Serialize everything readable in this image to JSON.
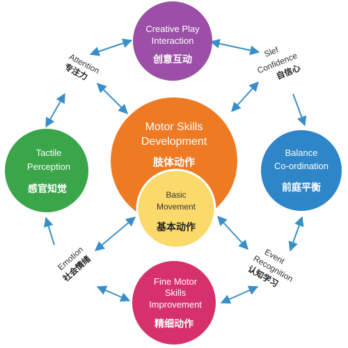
{
  "colors": {
    "purple": "#9b4fa6",
    "blue": "#2e86c8",
    "green": "#3aa649",
    "pink": "#d6316b",
    "orange": "#ee7a24",
    "yellow": "#fbd96a",
    "arrow": "#3a8ec8"
  },
  "nodes": {
    "creative": {
      "en1": "Creative Play",
      "en2": "Interaction",
      "cn": "创意互动"
    },
    "balance": {
      "en1": "Balance",
      "en2": "Co-ordination",
      "cn": "前庭平衡"
    },
    "tactile": {
      "en1": "Tactile",
      "en2": "Perception",
      "cn": "感官知觉"
    },
    "fine": {
      "en1": "Fine Motor",
      "en2": "Skills",
      "en3": "Improvement",
      "cn": "精细动作"
    },
    "motor": {
      "en1": "Motor Skills",
      "en2": "Development",
      "cn": "肢体动作"
    },
    "basic": {
      "en1": "Basic",
      "en2": "Movement",
      "cn": "基本动作"
    }
  },
  "edges": {
    "attention": {
      "en": "Attention",
      "cn": "专注力"
    },
    "confidence": {
      "en1": "Slef",
      "en2": "Confidence",
      "cn": "自信心"
    },
    "emotion": {
      "en": "Emotion",
      "cn": "社会情绪"
    },
    "event": {
      "en1": "Event",
      "en2": "Recognition",
      "cn": "认知学习"
    }
  }
}
